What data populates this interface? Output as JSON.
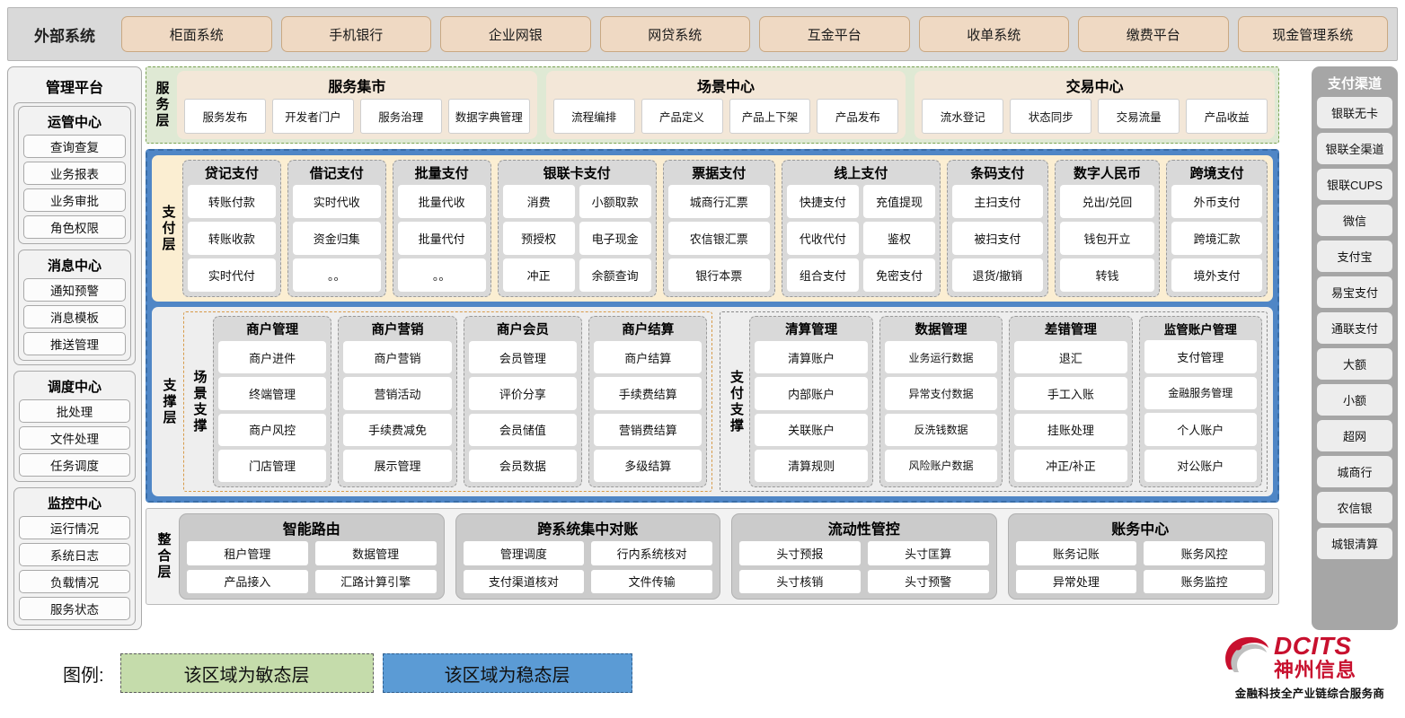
{
  "external": {
    "title": "外部系统",
    "items": [
      "柜面系统",
      "手机银行",
      "企业网银",
      "网贷系统",
      "互金平台",
      "收单系统",
      "缴费平台",
      "现金管理系统"
    ]
  },
  "left_sidebar": {
    "title": "管理平台",
    "groups": [
      {
        "title": "运管中心",
        "items": [
          "查询查复",
          "业务报表",
          "业务审批",
          "角色权限"
        ]
      },
      {
        "title": "消息中心",
        "items": [
          "通知预警",
          "消息模板",
          "推送管理"
        ]
      },
      {
        "title": "调度中心",
        "items": [
          "批处理",
          "文件处理",
          "任务调度"
        ]
      },
      {
        "title": "监控中心",
        "items": [
          "运行情况",
          "系统日志",
          "负载情况",
          "服务状态"
        ]
      }
    ]
  },
  "right_sidebar": {
    "title": "支付渠道",
    "items": [
      "银联无卡",
      "银联全渠道",
      "银联CUPS",
      "微信",
      "支付宝",
      "易宝支付",
      "通联支付",
      "大额",
      "小额",
      "超网",
      "城商行",
      "农信银",
      "城银清算"
    ]
  },
  "service_layer": {
    "label": "服务层",
    "cards": [
      {
        "title": "服务集市",
        "items": [
          "服务发布",
          "开发者门户",
          "服务治理",
          "数据字典管理"
        ]
      },
      {
        "title": "场景中心",
        "items": [
          "流程编排",
          "产品定义",
          "产品上下架",
          "产品发布"
        ]
      },
      {
        "title": "交易中心",
        "items": [
          "流水登记",
          "状态同步",
          "交易流量",
          "产品收益"
        ]
      }
    ]
  },
  "payment_layer": {
    "label": "支付层",
    "columns": [
      {
        "title": "贷记支付",
        "cols": 1,
        "items": [
          "转账付款",
          "转账收款",
          "实时代付"
        ]
      },
      {
        "title": "借记支付",
        "cols": 1,
        "items": [
          "实时代收",
          "资金归集",
          "。。"
        ]
      },
      {
        "title": "批量支付",
        "cols": 1,
        "items": [
          "批量代收",
          "批量代付",
          "。。"
        ]
      },
      {
        "title": "银联卡支付",
        "cols": 2,
        "items": [
          "消费",
          "小额取款",
          "预授权",
          "电子现金",
          "冲正",
          "余额查询"
        ]
      },
      {
        "title": "票据支付",
        "cols": 1,
        "items": [
          "城商行汇票",
          "农信银汇票",
          "银行本票"
        ]
      },
      {
        "title": "线上支付",
        "cols": 2,
        "items": [
          "快捷支付",
          "充值提现",
          "代收代付",
          "鉴权",
          "组合支付",
          "免密支付"
        ]
      },
      {
        "title": "条码支付",
        "cols": 1,
        "items": [
          "主扫支付",
          "被扫支付",
          "退货/撤销"
        ]
      },
      {
        "title": "数字人民币",
        "cols": 1,
        "items": [
          "兑出/兑回",
          "钱包开立",
          "转钱"
        ]
      },
      {
        "title": "跨境支付",
        "cols": 1,
        "items": [
          "外币支付",
          "跨境汇款",
          "境外支付"
        ]
      }
    ]
  },
  "support_layer": {
    "label": "支撑层",
    "zones": [
      {
        "label": "场景支撑",
        "border": "orange",
        "columns": [
          {
            "title": "商户管理",
            "items": [
              "商户进件",
              "终端管理",
              "商户风控",
              "门店管理"
            ]
          },
          {
            "title": "商户营销",
            "items": [
              "商户营销",
              "营销活动",
              "手续费减免",
              "展示管理"
            ]
          },
          {
            "title": "商户会员",
            "items": [
              "会员管理",
              "评价分享",
              "会员储值",
              "会员数据"
            ]
          },
          {
            "title": "商户结算",
            "items": [
              "商户结算",
              "手续费结算",
              "营销费结算",
              "多级结算"
            ]
          }
        ]
      },
      {
        "label": "支付支撑",
        "border": "gray",
        "columns": [
          {
            "title": "清算管理",
            "items": [
              "清算账户",
              "内部账户",
              "关联账户",
              "清算规则"
            ]
          },
          {
            "title": "数据管理",
            "items": [
              "业务运行数据",
              "异常支付数据",
              "反洗钱数据",
              "风险账户数据"
            ]
          },
          {
            "title": "差错管理",
            "items": [
              "退汇",
              "手工入账",
              "挂账处理",
              "冲正/补正"
            ]
          },
          {
            "title": "监管账户管理",
            "items": [
              "支付管理",
              "金融服务管理",
              "个人账户",
              "对公账户"
            ]
          }
        ]
      }
    ]
  },
  "integration_layer": {
    "label": "整合层",
    "cards": [
      {
        "title": "智能路由",
        "items": [
          "租户管理",
          "数据管理",
          "产品接入",
          "汇路计算引擎"
        ]
      },
      {
        "title": "跨系统集中对账",
        "items": [
          "管理调度",
          "行内系统核对",
          "支付渠道核对",
          "文件传输"
        ]
      },
      {
        "title": "流动性管控",
        "items": [
          "头寸预报",
          "头寸匡算",
          "头寸核销",
          "头寸预警"
        ]
      },
      {
        "title": "账务中心",
        "items": [
          "账务记账",
          "账务风控",
          "异常处理",
          "账务监控"
        ]
      }
    ]
  },
  "legend": {
    "label": "图例:",
    "agile_text": "该区域为敏态层",
    "stable_text": "该区域为稳态层",
    "agile_color": "#c5dcab",
    "stable_color": "#5b9bd5"
  },
  "logo": {
    "brand_en": "DCITS",
    "brand_cn": "神州信息",
    "tagline": "金融科技全产业链综合服务商",
    "brand_color": "#c8102e"
  }
}
